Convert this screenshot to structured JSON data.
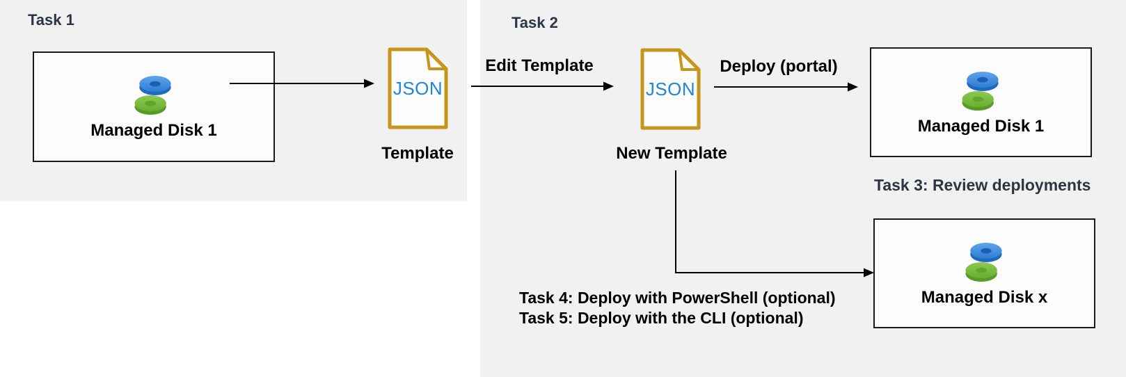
{
  "panels": {
    "task1": {
      "title": "Task 1"
    },
    "task2": {
      "title": "Task 2"
    }
  },
  "nodes": {
    "source_disk": {
      "label": "Managed Disk 1",
      "icon": "managed-disk-icon"
    },
    "template_doc": {
      "file_type": "JSON",
      "label": "Template",
      "icon": "json-file-icon"
    },
    "new_template_doc": {
      "file_type": "JSON",
      "label": "New Template",
      "icon": "json-file-icon"
    },
    "portal_disk": {
      "label": "Managed Disk 1",
      "icon": "managed-disk-icon"
    },
    "disk_x": {
      "label": "Managed Disk x",
      "icon": "managed-disk-icon"
    }
  },
  "arrows": {
    "export_template": {
      "label": ""
    },
    "edit_template": {
      "label": "Edit Template"
    },
    "deploy_portal": {
      "label": "Deploy (portal)"
    },
    "deploy_scripted": {
      "label": ""
    }
  },
  "annotations": {
    "task3": "Task 3: Review deployments",
    "task4": "Task 4: Deploy with PowerShell (optional)",
    "task5": "Task 5: Deploy with the CLI (optional)"
  },
  "colors": {
    "panel_bg": "#f1f1f2",
    "heading_text": "#2b3642",
    "body_text": "#000000",
    "box_border": "#1a1a1a",
    "doc_border": "#c8951b",
    "json_text": "#1e87dc",
    "disk_blue_top": "#4e97e3",
    "disk_blue_rim": "#1e6ac2",
    "disk_green_top": "#7fc243",
    "disk_green_rim": "#569b26",
    "arrow_color": "#000000"
  }
}
